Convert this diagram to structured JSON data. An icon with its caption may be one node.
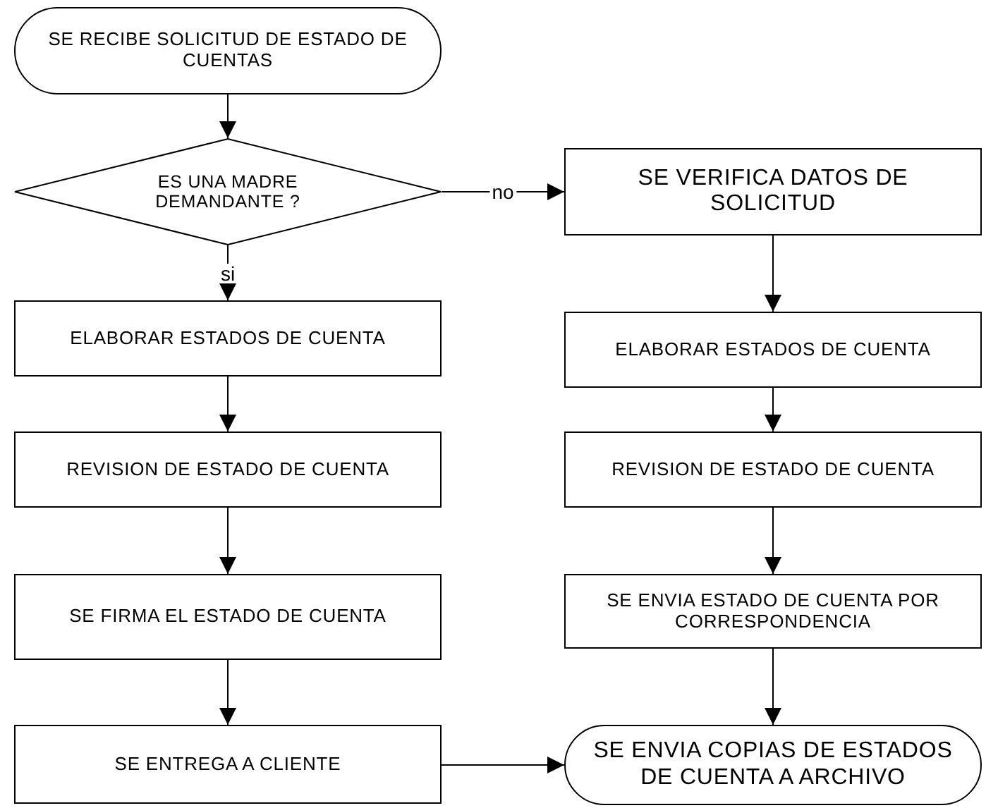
{
  "diagram": {
    "nodes": [
      {
        "text": [
          "SE RECIBE SOLICITUD DE ESTADO DE CUENTAS"
        ]
      },
      {
        "text": [
          "ES UNA MADRE DEMANDANTE ?"
        ]
      },
      {
        "text": [
          "SE VERIFICA DATOS DE SOLICITUD"
        ]
      },
      {
        "text": [
          "ELABORAR ESTADOS DE CUENTA"
        ]
      },
      {
        "text": [
          "REVISION DE ESTADO DE CUENTA"
        ]
      },
      {
        "text": [
          "SE FIRMA EL ESTADO DE CUENTA"
        ]
      },
      {
        "text": [
          "SE ENTREGA A CLIENTE"
        ]
      },
      {
        "text": [
          "ELABORAR ESTADOS DE CUENTA"
        ]
      },
      {
        "text": [
          "REVISION DE ESTADO DE CUENTA"
        ]
      },
      {
        "text": [
          "SE ENVIA ESTADO DE CUENTA POR CORRESPONDENCIA"
        ]
      },
      {
        "text": [
          "SE ENVIA COPIAS DE ESTADOS DE CUENTA A ARCHIVO"
        ]
      }
    ],
    "edges": [
      {
        "from": 0,
        "to": 1,
        "arrow": "to"
      },
      {
        "from": 1,
        "to": 2,
        "arrow": "to",
        "label": "no"
      },
      {
        "from": 1,
        "to": 3,
        "arrow": "to",
        "label": "si"
      },
      {
        "from": 3,
        "to": 4,
        "arrow": "to"
      },
      {
        "from": 4,
        "to": 5,
        "arrow": "to"
      },
      {
        "from": 5,
        "to": 6,
        "arrow": "to"
      },
      {
        "from": 2,
        "to": 7,
        "arrow": "to"
      },
      {
        "from": 7,
        "to": 8,
        "arrow": "to"
      },
      {
        "from": 8,
        "to": 9,
        "arrow": "to"
      },
      {
        "from": 9,
        "to": 10,
        "arrow": "to"
      },
      {
        "from": 6,
        "to": 10,
        "arrow": "to"
      }
    ]
  }
}
